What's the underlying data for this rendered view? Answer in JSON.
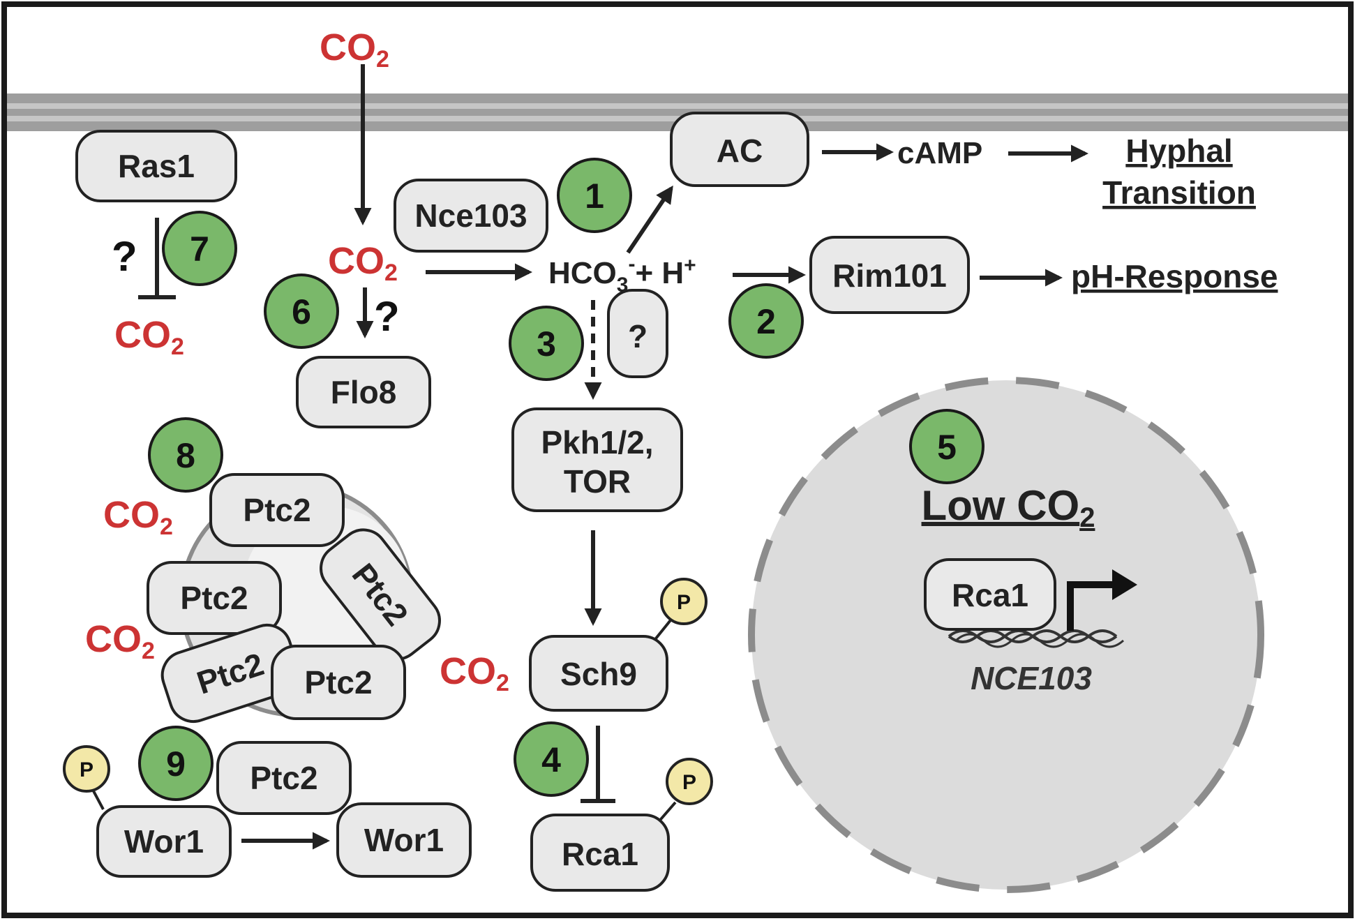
{
  "nodes": {
    "ras1": "Ras1",
    "nce103": "Nce103",
    "ac": "AC",
    "rim101": "Rim101",
    "flo8": "Flo8",
    "unknown": "?",
    "pkh_line1": "Pkh1/2,",
    "pkh_line2": "TOR",
    "sch9": "Sch9",
    "rca1_cyto": "Rca1",
    "rca1_nuc": "Rca1",
    "ptc2": "Ptc2",
    "wor1": "Wor1"
  },
  "molecules": {
    "co2_base": "CO",
    "co2_sub": "2",
    "bicarb": "HCO",
    "bicarb_sub": "3",
    "bicarb_sup": "-",
    "plus_h": "+ H",
    "h_sup": "+",
    "camp": "cAMP"
  },
  "outcomes": {
    "hyphal_1": "Hyphal",
    "hyphal_2": "Transition",
    "ph": "pH-Response"
  },
  "nucleus": {
    "title_base": "Low CO",
    "title_sub": "2",
    "gene": "NCE103"
  },
  "badges": [
    "1",
    "2",
    "3",
    "4",
    "5",
    "6",
    "7",
    "8",
    "9"
  ],
  "phospho_label": "P",
  "question_mark": "?",
  "colors": {
    "node_fill": "#e9e9e9",
    "badge_green": "#7ab86a",
    "phospho_yellow": "#f3e8a8",
    "co2_red": "#cc3333",
    "membrane_gray": "#9e9e9e",
    "nucleus_gray": "#dcdcdc"
  }
}
